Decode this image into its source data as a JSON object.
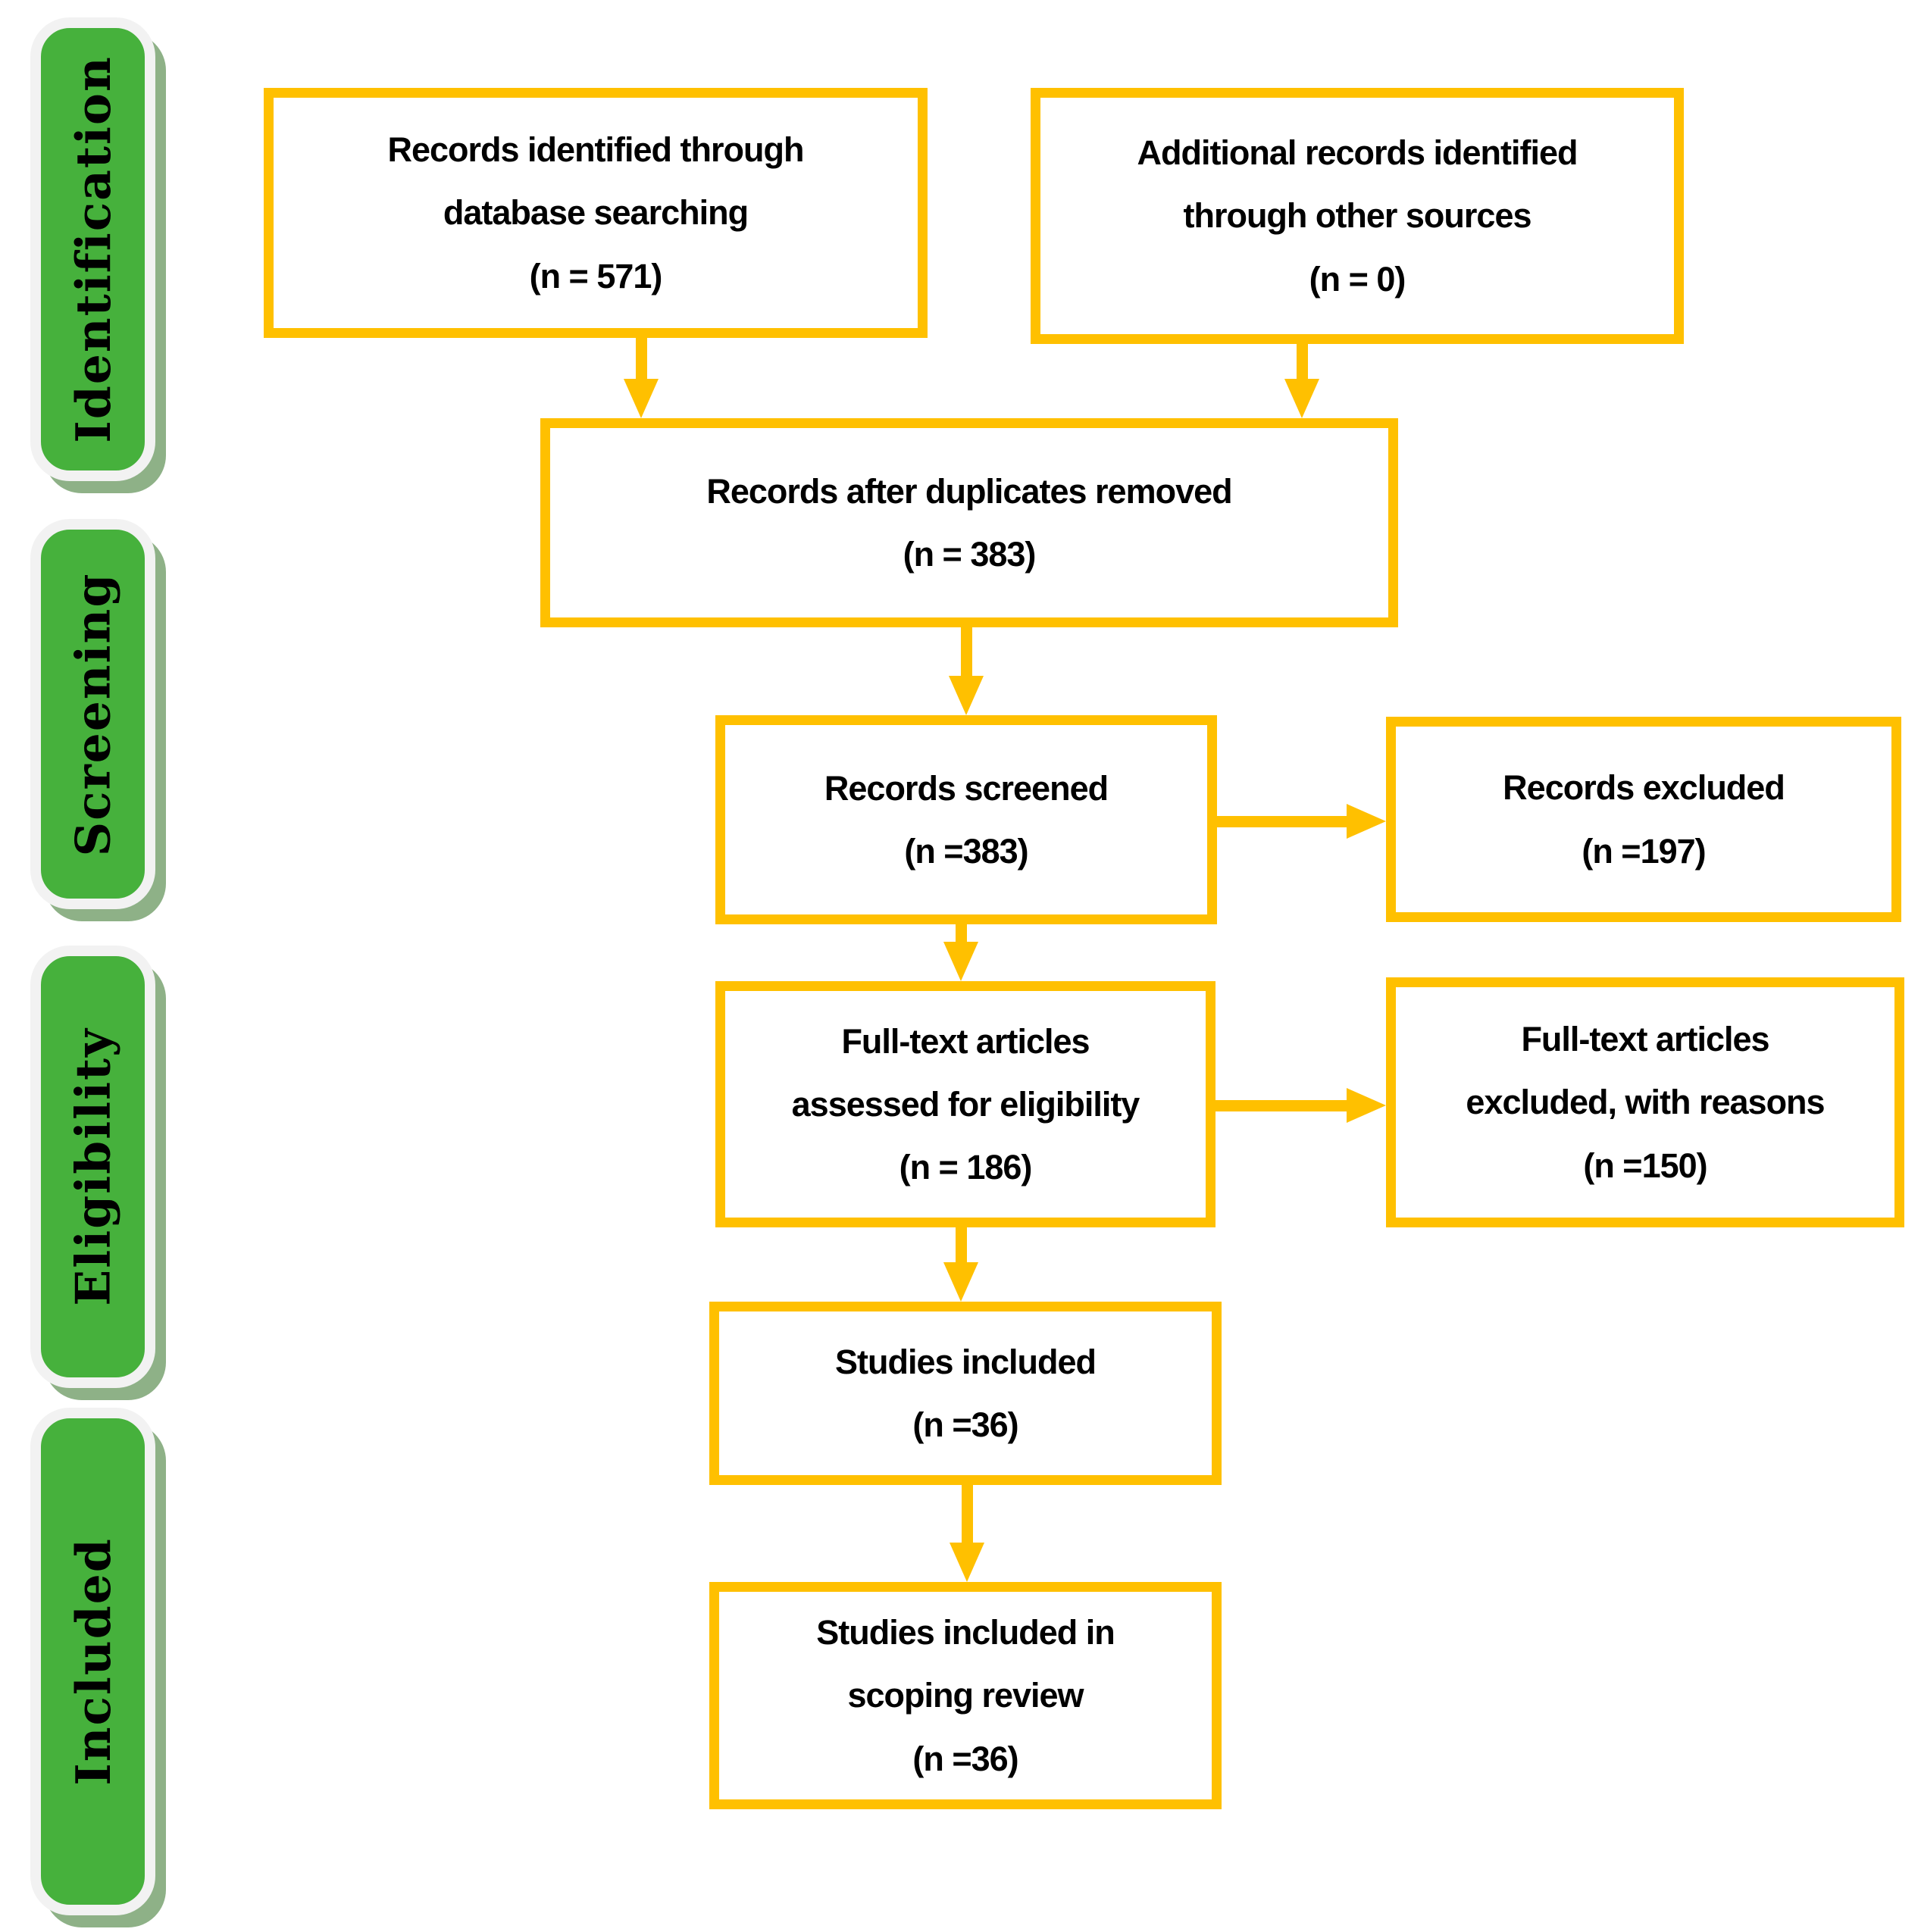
{
  "stages": [
    {
      "label": "Identification"
    },
    {
      "label": "Screening"
    },
    {
      "label": "Eligibility"
    },
    {
      "label": "Included"
    }
  ],
  "boxes": [
    {
      "name": "records-identified",
      "n": 571,
      "lines": [
        "Records identified through",
        "database searching",
        "(n = 571)"
      ]
    },
    {
      "name": "additional-records",
      "n": 0,
      "lines": [
        "Additional records identified",
        "through other sources",
        "(n = 0)"
      ]
    },
    {
      "name": "duplicates-removed",
      "n": 383,
      "lines": [
        "Records after duplicates removed",
        "(n = 383)"
      ]
    },
    {
      "name": "records-screened",
      "n": 383,
      "lines": [
        "Records screened",
        "(n =383)"
      ]
    },
    {
      "name": "records-excluded",
      "n": 197,
      "lines": [
        "Records excluded",
        "(n =197)"
      ]
    },
    {
      "name": "fulltext-assessed",
      "n": 186,
      "lines": [
        "Full-text articles",
        "assessed for eligibility",
        "(n = 186)"
      ]
    },
    {
      "name": "fulltext-excluded",
      "n": 150,
      "lines": [
        "Full-text articles",
        "excluded, with reasons",
        "(n =150)"
      ]
    },
    {
      "name": "studies-included",
      "n": 36,
      "lines": [
        "Studies included",
        "(n =36)"
      ]
    },
    {
      "name": "scoping-review",
      "n": 36,
      "lines": [
        "Studies included in",
        "scoping review",
        "(n =36)"
      ]
    }
  ],
  "colors": {
    "box_border": "#FFC000",
    "arrow": "#FFC000",
    "stage_fill": "#46B13C",
    "stage_frame": "#F2F2F2",
    "stage_shadow": "#8EB187",
    "text": "#000000"
  }
}
